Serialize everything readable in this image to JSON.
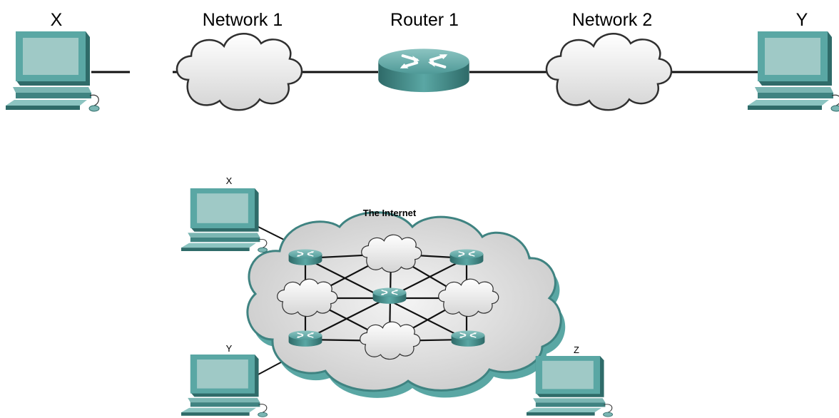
{
  "top_diagram": {
    "labels": {
      "host_x": "X",
      "network_1": "Network 1",
      "router_1": "Router 1",
      "network_2": "Network 2",
      "host_y": "Y"
    }
  },
  "bottom_diagram": {
    "internet_label": "The Internet",
    "hosts": {
      "x": "X",
      "y": "Y",
      "z": "Z"
    }
  },
  "colors": {
    "device_teal": "#4f9a98",
    "device_dark": "#2f6b69",
    "screen": "#9fc9c6",
    "cloud_fill": "#ececec",
    "cloud_stroke": "#2f2f2f",
    "internet_rim": "#5aa7a4",
    "link": "#111111"
  }
}
